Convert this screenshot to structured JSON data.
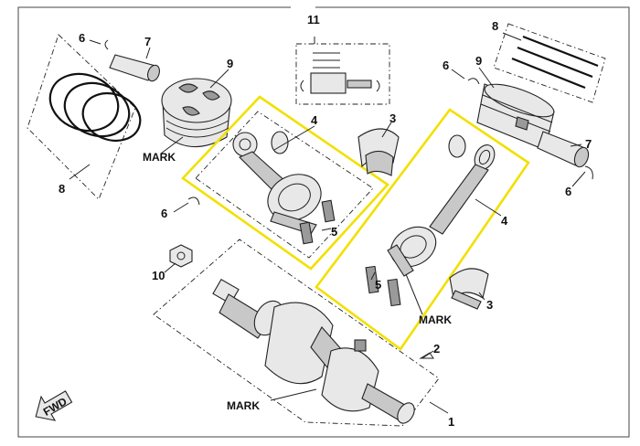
{
  "callouts": {
    "n1": "1",
    "n2": "2",
    "n3_upper": "3",
    "n3_lower": "3",
    "n4_left": "4",
    "n4_right": "4",
    "n5_left": "5",
    "n5_right": "5",
    "n6_top_left": "6",
    "n6_mid_left": "6",
    "n6_top_right": "6",
    "n6_bottom_right": "6",
    "n7_left": "7",
    "n7_right": "7",
    "n8_left": "8",
    "n8_right": "8",
    "n9_left": "9",
    "n9_right": "9",
    "n10": "10",
    "n11": "11"
  },
  "marks": {
    "piston": "MARK",
    "rod": "MARK",
    "crank": "MARK"
  },
  "fwd_label": "FWD",
  "colors": {
    "highlight": "#f2e000",
    "ink": "#222222"
  }
}
